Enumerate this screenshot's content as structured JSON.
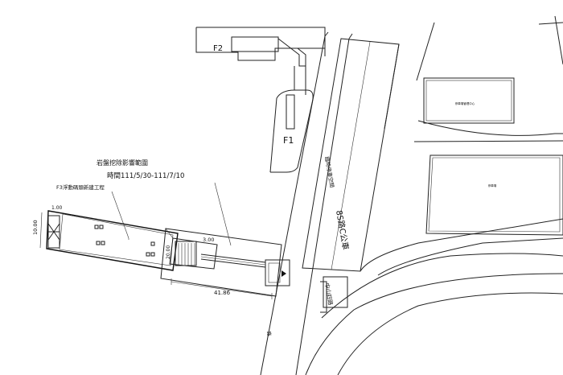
{
  "labels": {
    "f1": "F1",
    "f2": "F2",
    "f3_title": "F3浮動碼頭新建工程",
    "influence_title": "岩盤挖除影響範圍",
    "influence_period": "時間111/5/30-111/7/10",
    "dim_length": "41.86",
    "dim_width": "10.00",
    "dim_inner": "3.00",
    "dim_small": "1.00",
    "dim_vertical": "20.00",
    "road_vertical": "臨時停車空間",
    "bus_stop": "8S路C公車",
    "road_name": "路",
    "side_label": "中山四路",
    "building_1": "停車場管理中心",
    "building_2": "停車場"
  },
  "colors": {
    "line": "#222222",
    "background": "#ffffff"
  }
}
